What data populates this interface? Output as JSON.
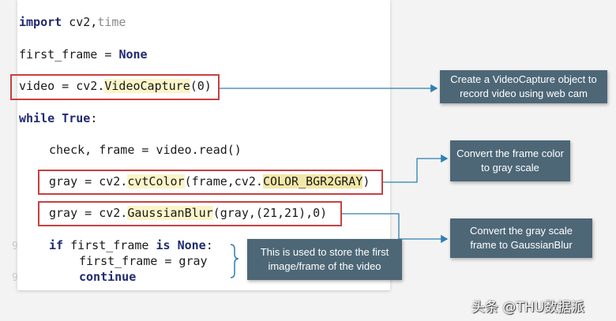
{
  "code": {
    "line1_import": "import",
    "line1_rest": " cv2,",
    "line1_faded": "time",
    "line2_a": "first_frame = ",
    "line2_b": "None",
    "line3_a": "video = cv2.",
    "line3_fn": "VideoCapture",
    "line3_b": "(0)",
    "line4_a": "while",
    "line4_b": " True",
    "line4_c": ":",
    "line5": "check, frame = video.read()",
    "line6_a": "gray = cv2.",
    "line6_fn": "cvtColor",
    "line6_b": "(frame,cv2.",
    "line6_const": "COLOR_BGR2GRAY",
    "line6_c": ")",
    "line7_a": "gray = cv2.",
    "line7_fn": "GaussianBlur",
    "line7_b": "(gray,(21,21),0)",
    "line8_a": "if",
    "line8_b": " first_frame ",
    "line8_c": "is",
    "line8_d": " ",
    "line8_e": "None",
    "line8_f": ":",
    "line9": "first_frame = gray",
    "line10": "continue"
  },
  "gutter": [
    "9",
    "9"
  ],
  "callouts": {
    "videocapture": "Create a VideoCapture object to record  video using web cam",
    "cvtcolor": "Convert the frame color to gray scale",
    "gaussian": "Convert the gray scale frame to GaussianBlur",
    "first_frame": "This is used to store the first image/frame of the video"
  },
  "watermark": "头条 @THU数据派",
  "colors": {
    "callout_bg": "#4d6777",
    "highlight_box": "#c84040",
    "connector": "#2f7fb5"
  }
}
